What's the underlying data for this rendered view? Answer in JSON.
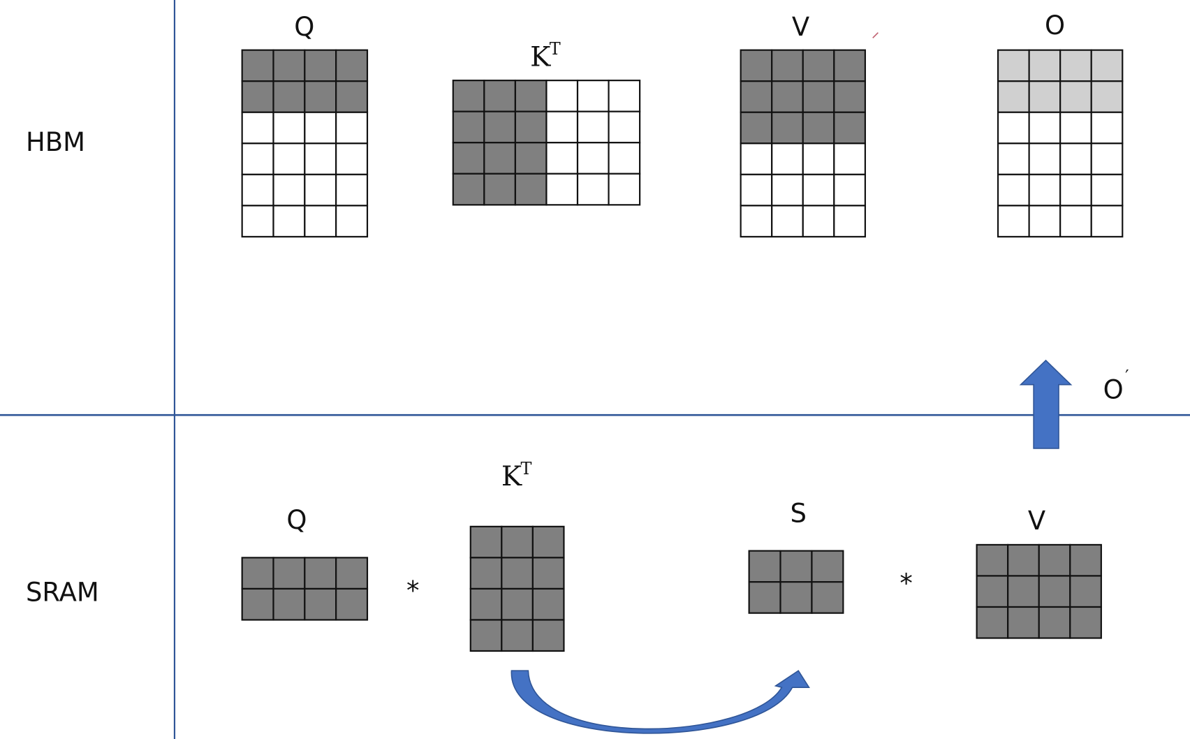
{
  "colors": {
    "divider": "#2f5597",
    "arrow": "#4472c4",
    "dark_cell": "#808080",
    "light_cell": "#d0d0d0",
    "empty_cell": "#ffffff",
    "grid_line": "#111111"
  },
  "regions": {
    "hbm": "HBM",
    "sram": "SRAM"
  },
  "hbm": {
    "q": {
      "label": "Q",
      "rows": 6,
      "cols": 4,
      "fill_mode": "rows",
      "dark_count": 2,
      "shade": "dark"
    },
    "kt": {
      "label": "K",
      "sup": "T",
      "rows": 4,
      "cols": 6,
      "fill_mode": "cols",
      "dark_count": 3,
      "shade": "dark"
    },
    "v": {
      "label": "V",
      "rows": 6,
      "cols": 4,
      "fill_mode": "rows",
      "dark_count": 3,
      "shade": "dark"
    },
    "o": {
      "label": "O",
      "rows": 6,
      "cols": 4,
      "fill_mode": "rows",
      "dark_count": 2,
      "shade": "light"
    }
  },
  "sram": {
    "q": {
      "label": "Q",
      "rows": 2,
      "cols": 4,
      "fill_mode": "all",
      "shade": "dark"
    },
    "kt": {
      "label": "K",
      "sup": "T",
      "rows": 4,
      "cols": 3,
      "fill_mode": "all",
      "shade": "dark"
    },
    "s": {
      "label": "S",
      "rows": 2,
      "cols": 3,
      "fill_mode": "all",
      "shade": "dark"
    },
    "v": {
      "label": "V",
      "rows": 3,
      "cols": 4,
      "fill_mode": "all",
      "shade": "dark"
    }
  },
  "operators": {
    "mul1": "*",
    "mul2": "*"
  },
  "output_arrow": {
    "label": "O",
    "prime": "′"
  }
}
